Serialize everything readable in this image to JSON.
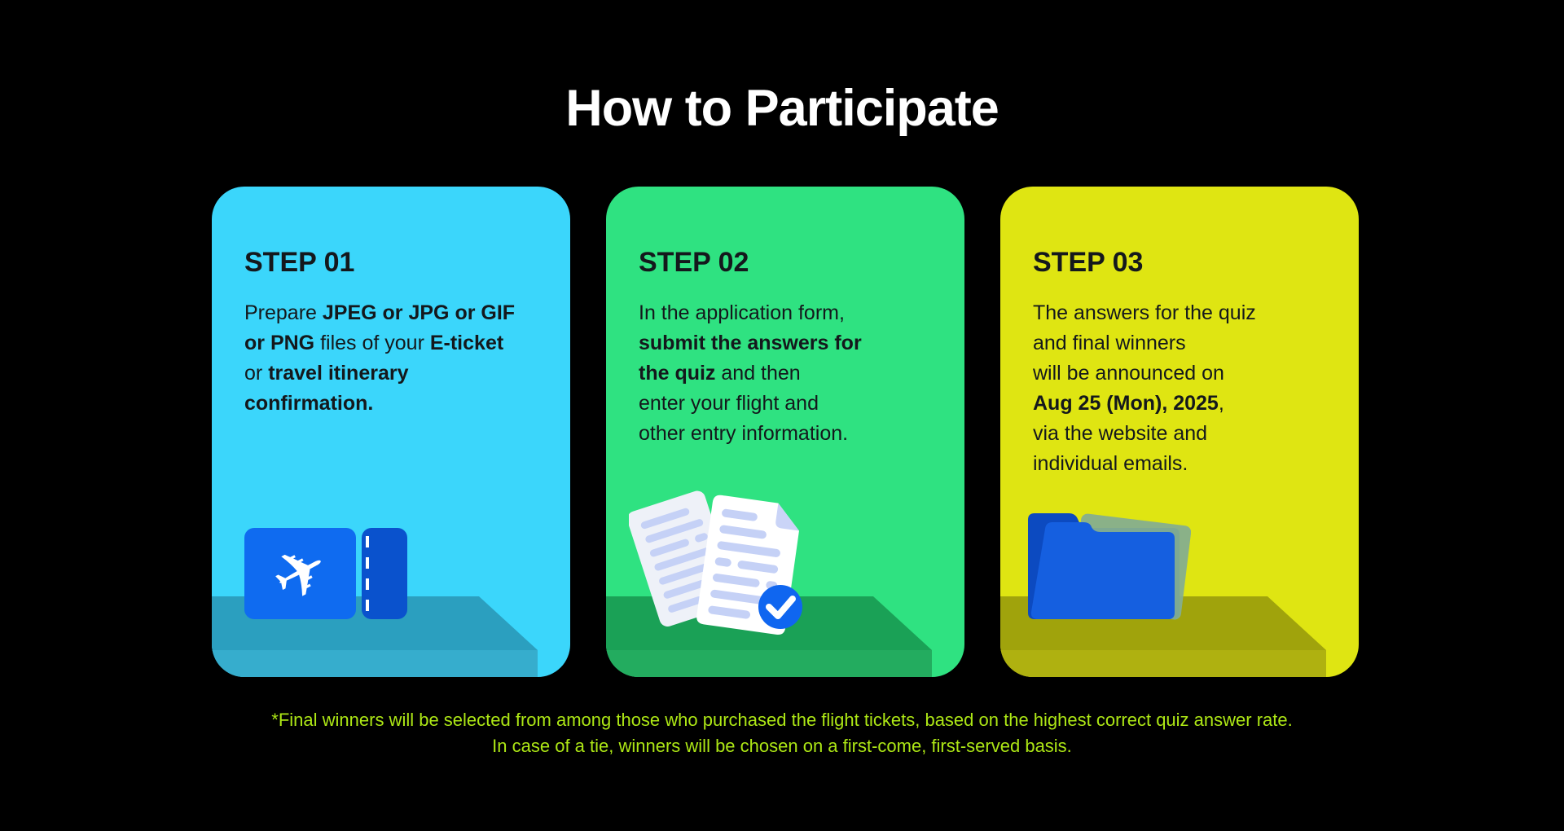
{
  "page": {
    "title": "How to Participate",
    "background_color": "#000000"
  },
  "steps": [
    {
      "label": "STEP 01",
      "card_color": "#3BD6FB",
      "shelf_color": "#2B9FBF",
      "shelf_front_color": "#36ADCD",
      "icon": "flight-ticket-icon",
      "lines": [
        [
          {
            "t": "Prepare ",
            "b": false
          },
          {
            "t": "JPEG or JPG or GIF",
            "b": true
          }
        ],
        [
          {
            "t": "or PNG",
            "b": true
          },
          {
            "t": " files of your ",
            "b": false
          },
          {
            "t": "E-ticket",
            "b": true
          }
        ],
        [
          {
            "t": "or ",
            "b": false
          },
          {
            "t": "travel itinerary",
            "b": true
          }
        ],
        [
          {
            "t": "confirmation.",
            "b": true
          }
        ]
      ]
    },
    {
      "label": "STEP 02",
      "card_color": "#2FE281",
      "shelf_color": "#1AA156",
      "shelf_front_color": "#23AC5F",
      "icon": "documents-check-icon",
      "lines": [
        [
          {
            "t": "In the application form,",
            "b": false
          }
        ],
        [
          {
            "t": "submit the answers for",
            "b": true
          }
        ],
        [
          {
            "t": "the quiz",
            "b": true
          },
          {
            "t": " and then",
            "b": false
          }
        ],
        [
          {
            "t": "enter your flight and",
            "b": false
          }
        ],
        [
          {
            "t": "other entry information.",
            "b": false
          }
        ]
      ]
    },
    {
      "label": "STEP 03",
      "card_color": "#DFE512",
      "shelf_color": "#A0A30C",
      "shelf_front_color": "#AFB110",
      "icon": "folder-icon",
      "lines": [
        [
          {
            "t": "The answers for the quiz",
            "b": false
          }
        ],
        [
          {
            "t": "and final winners",
            "b": false
          }
        ],
        [
          {
            "t": "will be announced on",
            "b": false
          }
        ],
        [
          {
            "t": "Aug 25 (Mon), 2025",
            "b": true
          },
          {
            "t": ",",
            "b": false
          }
        ],
        [
          {
            "t": "via the website and",
            "b": false
          }
        ],
        [
          {
            "t": "individual emails.",
            "b": false
          }
        ]
      ]
    }
  ],
  "icons": {
    "plane_glyph": "✈"
  },
  "footnote": {
    "color": "#ADE715",
    "line1": "*Final winners will be selected from among those who purchased the flight tickets, based on the highest correct quiz answer rate.",
    "line2": "In case of a tie, winners will be chosen on a first-come, first-served basis."
  }
}
